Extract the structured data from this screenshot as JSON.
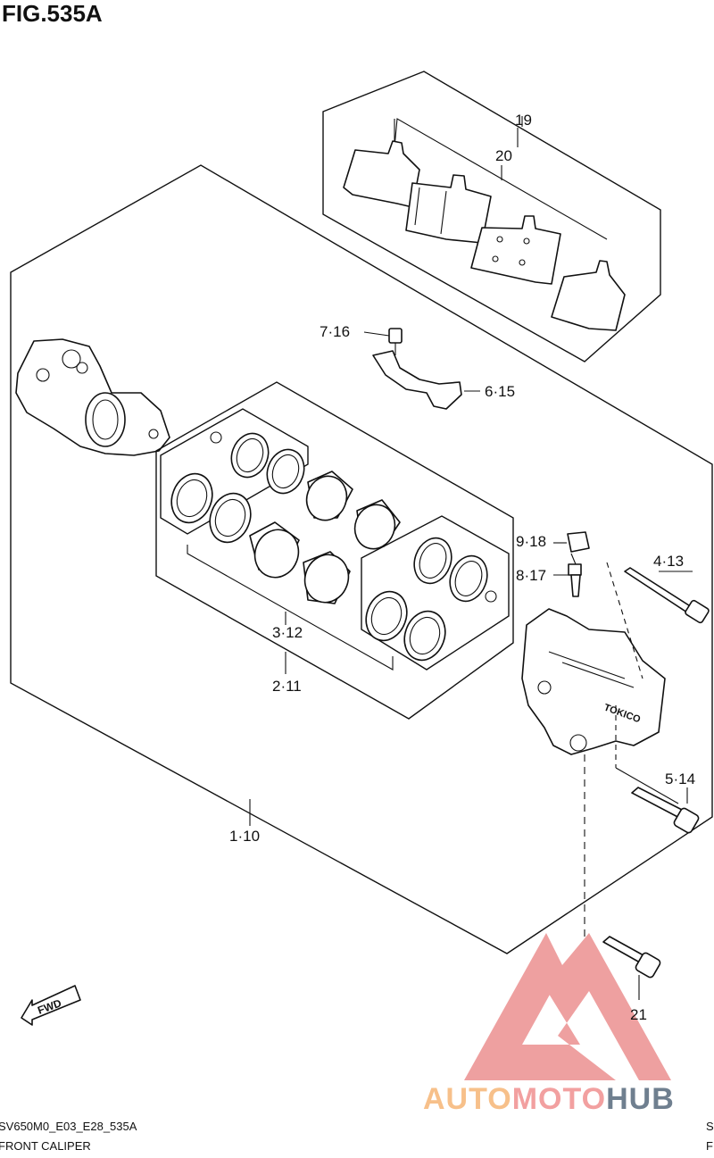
{
  "figure": {
    "title": "FIG.535A",
    "code": "SV650M0_E03_E28_535A",
    "name": "FRONT CALIPER",
    "code_right_fragment": "S",
    "name_right_fragment": "F"
  },
  "callouts": {
    "c19": "19",
    "c20": "20",
    "c7_16": "7·16",
    "c6_15": "6·15",
    "c9_18": "9·18",
    "c8_17": "8·17",
    "c4_13": "4·13",
    "c3_12": "3·12",
    "c2_11": "2·11",
    "c5_14": "5·14",
    "c1_10": "1·10",
    "c21": "21"
  },
  "fwd_label": "FWD",
  "caliper_brand": "TOKICO",
  "watermark": {
    "part1": "AUTO",
    "part2": "MOTO",
    "part3": "HUB"
  },
  "colors": {
    "line": "#111111",
    "watermark_logo": "#e88080",
    "watermark_auto": "#f7c08a",
    "watermark_moto": "#f2a0a0",
    "watermark_hub": "#6f7f8f"
  }
}
